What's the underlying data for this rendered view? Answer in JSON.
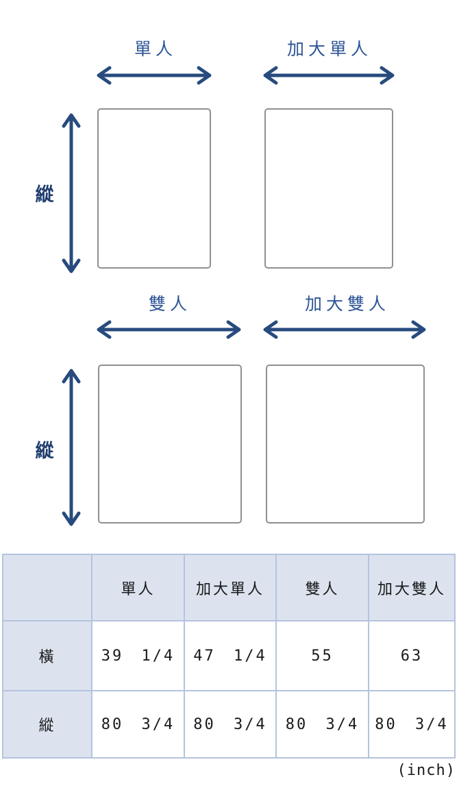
{
  "diagram": {
    "vertical_axis_label": "縱",
    "sections": [
      {
        "left_label": "單人",
        "right_label": "加大單人"
      },
      {
        "left_label": "雙人",
        "right_label": "加大雙人"
      }
    ]
  },
  "table": {
    "headers": [
      "",
      "單人",
      "加大單人",
      "雙人",
      "加大雙人"
    ],
    "rows": [
      {
        "label": "橫",
        "values": [
          "39 1/4",
          "47 1/4",
          "55",
          "63"
        ]
      },
      {
        "label": "縱",
        "values": [
          "80 3/4",
          "80 3/4",
          "80 3/4",
          "80 3/4"
        ]
      }
    ],
    "unit_note": "(inch)"
  },
  "chart_data": {
    "type": "table",
    "categories": [
      "單人",
      "加大單人",
      "雙人",
      "加大雙人"
    ],
    "series": [
      {
        "name": "橫",
        "values": [
          39.25,
          47.25,
          55,
          63
        ]
      },
      {
        "name": "縱",
        "values": [
          80.75,
          80.75,
          80.75,
          80.75
        ]
      }
    ],
    "unit": "inch"
  },
  "colors": {
    "label_blue": "#2e5596",
    "arrow_navy": "#274b7e",
    "axis_label_navy": "#1f3c6e",
    "bed_border_gray": "#8f8f8f",
    "table_cell_blue": "#dce3ef",
    "table_border_blue": "#b4c3de",
    "table_text": "#1a1a1a"
  }
}
